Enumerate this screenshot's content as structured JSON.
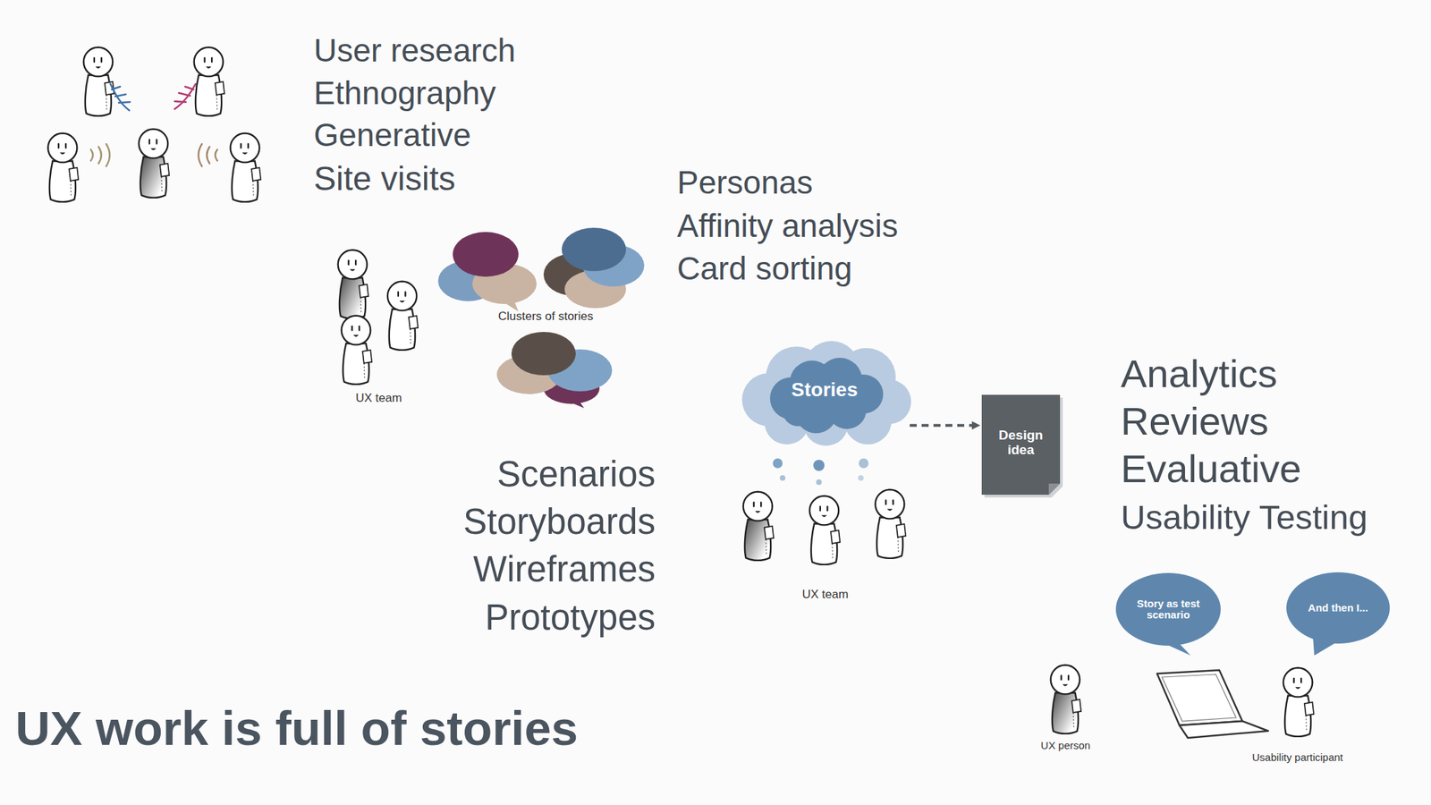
{
  "diagram": {
    "title": "UX work is full of stories",
    "nodes": [
      {
        "text": [
          "Stories"
        ]
      },
      {
        "text": [
          "Design idea"
        ]
      },
      {
        "text": [
          "Story as test scenario"
        ]
      },
      {
        "text": [
          "And then I..."
        ]
      }
    ],
    "edges": [
      {
        "from": 0,
        "to": 1,
        "arrow": "to"
      }
    ],
    "labels": [
      "User research",
      "Ethnography",
      "Generative",
      "Site visits",
      "Personas",
      "Affinity analysis",
      "Card sorting",
      "Clusters of stories",
      "UX team",
      "Analytics",
      "Reviews",
      "Evaluative",
      "Usability Testing",
      "Scenarios",
      "Storyboards",
      "Wireframes",
      "Prototypes",
      "UX team",
      "UX person",
      "Usability participant"
    ]
  }
}
